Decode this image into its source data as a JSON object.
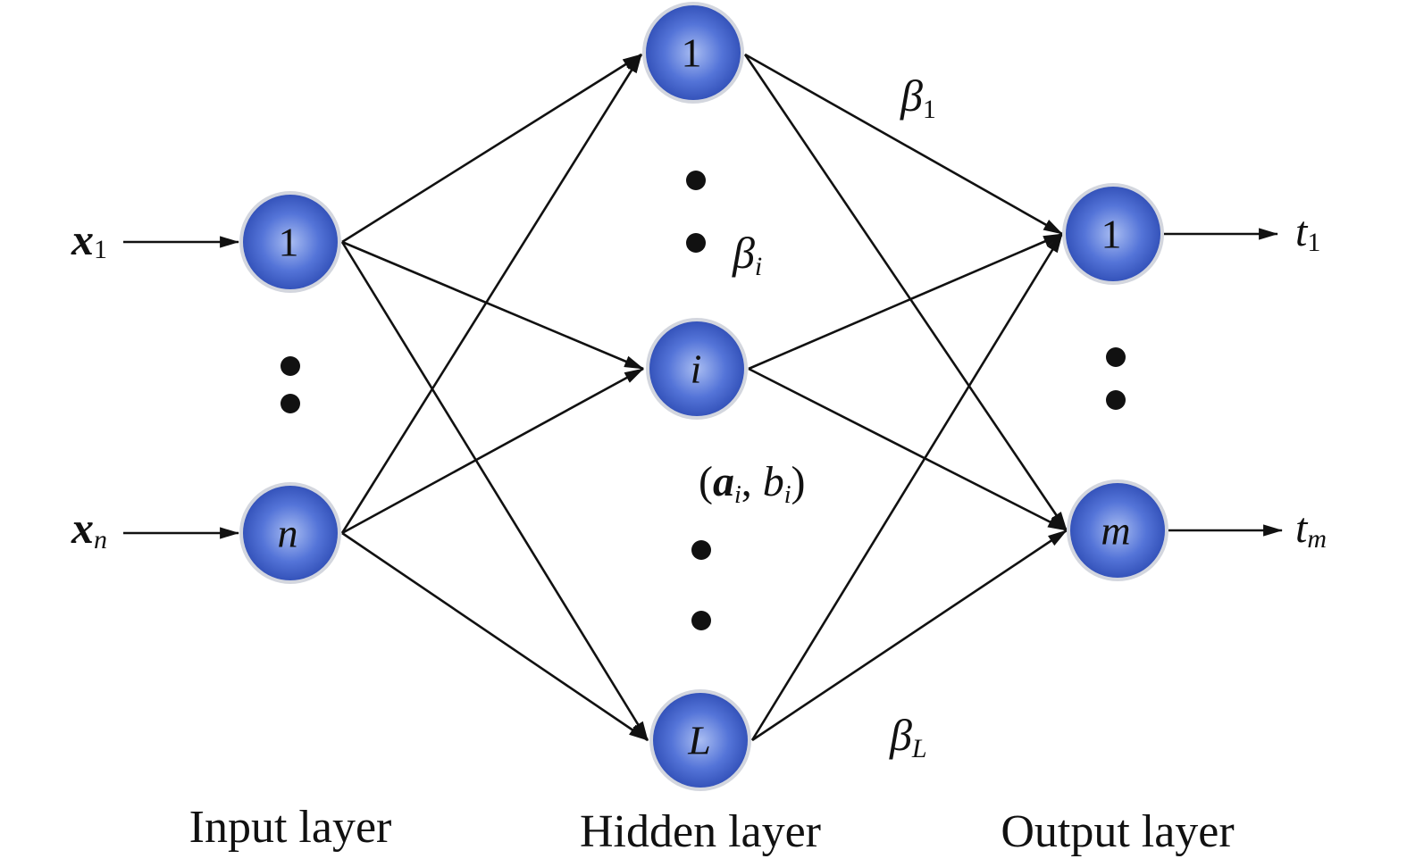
{
  "input_layer": {
    "caption": "Input layer",
    "nodes": [
      "1",
      "n"
    ],
    "inputs": [
      {
        "main": "x",
        "sub": "1"
      },
      {
        "main": "x",
        "sub": "n"
      }
    ]
  },
  "hidden_layer": {
    "caption": "Hidden layer",
    "nodes": [
      "1",
      "i",
      "L"
    ],
    "params": {
      "open": "(",
      "a": "a",
      "a_sub": "i",
      "comma": ", ",
      "b": "b",
      "b_sub": "i",
      "close": ")"
    }
  },
  "output_layer": {
    "caption": "Output layer",
    "nodes": [
      "1",
      "m"
    ],
    "outputs": [
      {
        "main": "t",
        "sub": "1"
      },
      {
        "main": "t",
        "sub": "m"
      }
    ]
  },
  "weights": [
    {
      "main": "β",
      "sub": "1"
    },
    {
      "main": "β",
      "sub": "i"
    },
    {
      "main": "β",
      "sub": "L"
    }
  ],
  "colors": {
    "node_fill_center": "#9fb4ee",
    "node_fill_mid": "#4f6fd6",
    "node_fill_edge": "#2f4fb8",
    "node_ring": "#cfd3dc",
    "edge": "#111111"
  }
}
